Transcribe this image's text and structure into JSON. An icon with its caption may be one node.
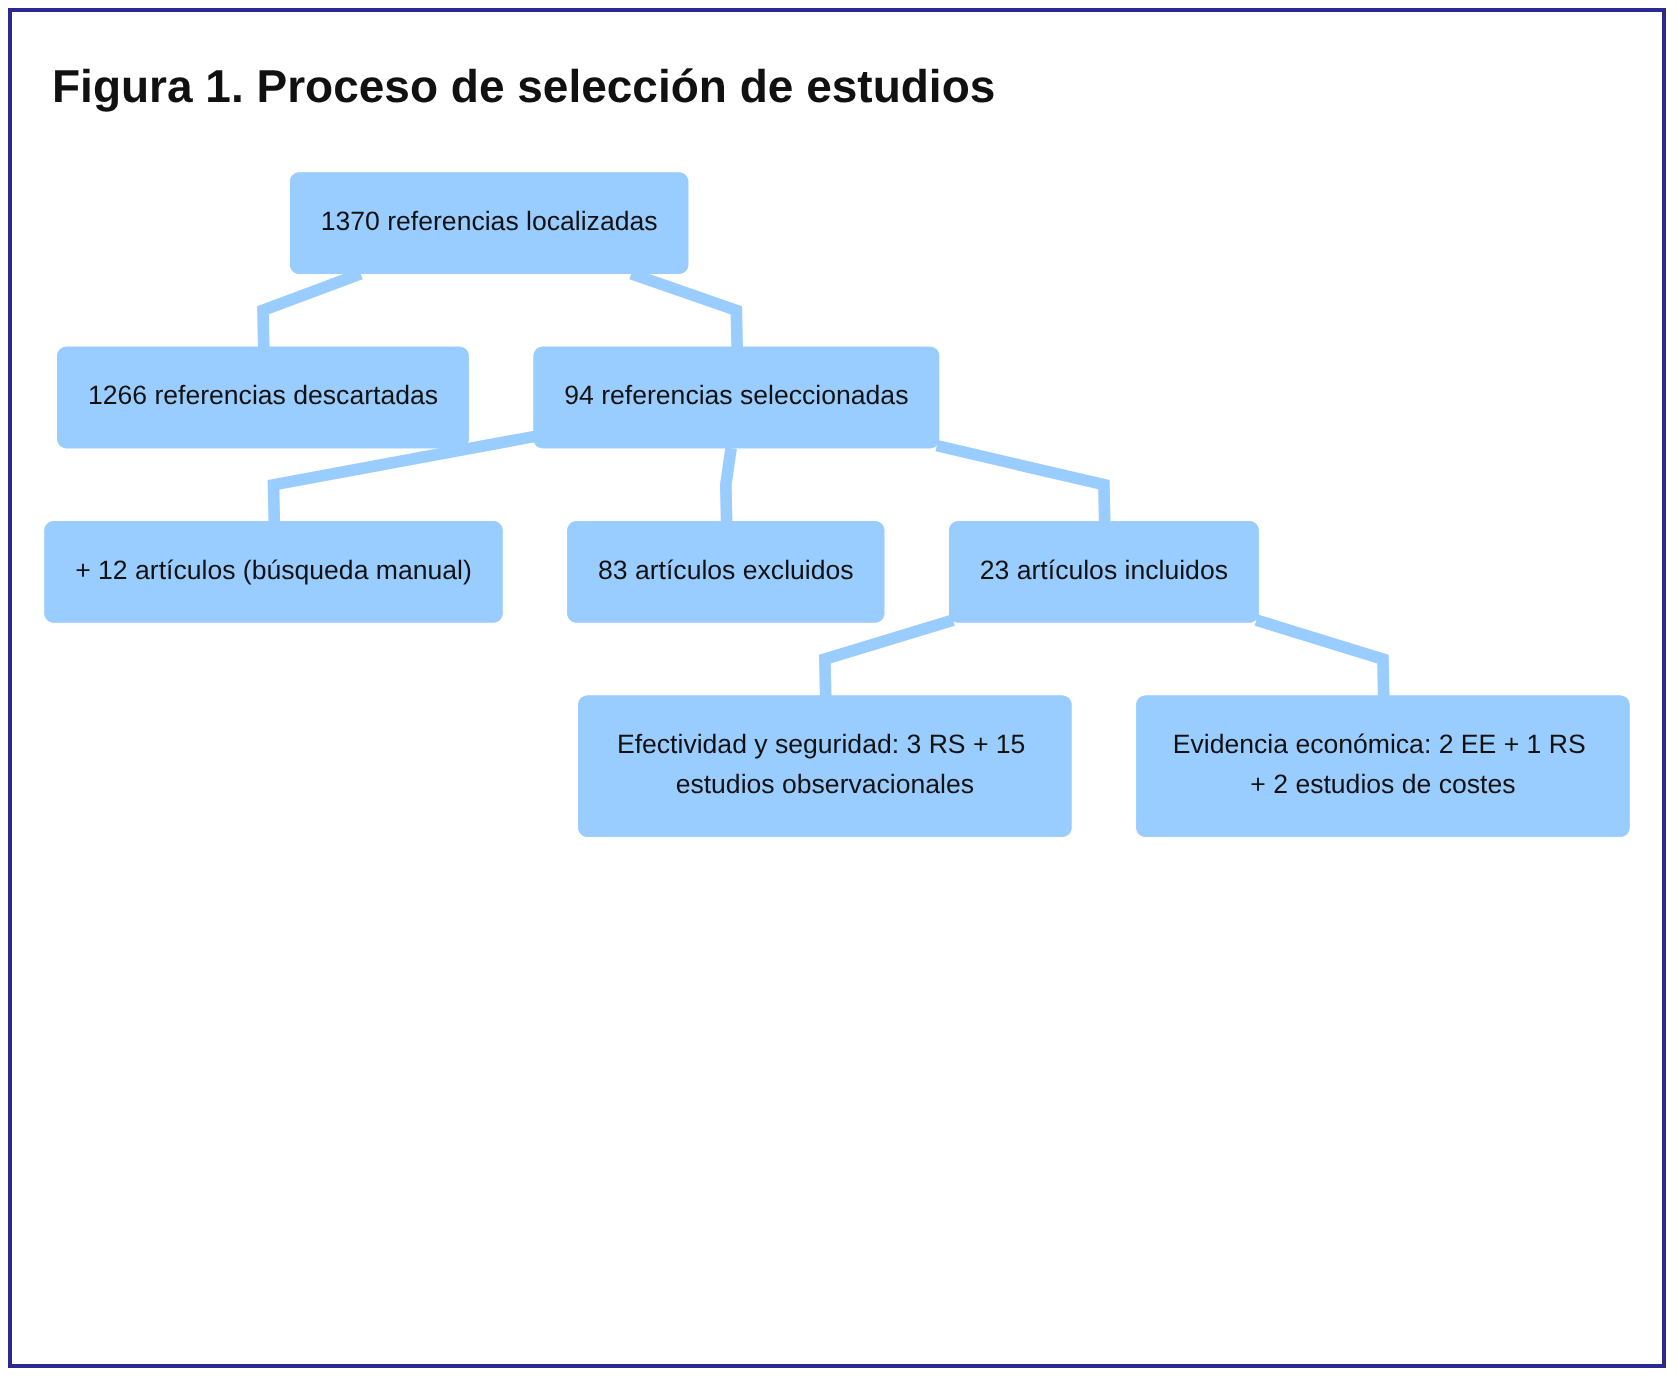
{
  "diagram": {
    "title": "Figura 1. Proceso de selección de estudios",
    "nodes": [
      {
        "text": [
          "1370 referencias localizadas"
        ]
      },
      {
        "text": [
          "1266 referencias descartadas"
        ]
      },
      {
        "text": [
          "94 referencias seleccionadas"
        ]
      },
      {
        "text": [
          "+ 12 artículos (búsqueda manual)"
        ]
      },
      {
        "text": [
          "83 artículos excluidos"
        ]
      },
      {
        "text": [
          "23 artículos incluidos"
        ]
      },
      {
        "text": [
          "Efectividad y seguridad: 3 RS + 15 estudios observacionales"
        ]
      },
      {
        "text": [
          "Evidencia económica: 2 EE + 1 RS + 2 estudios de costes"
        ]
      }
    ],
    "edges": [
      {
        "from": 0,
        "to": 1,
        "arrow": "none"
      },
      {
        "from": 0,
        "to": 2,
        "arrow": "none"
      },
      {
        "from": 2,
        "to": 3,
        "arrow": "none"
      },
      {
        "from": 2,
        "to": 4,
        "arrow": "none"
      },
      {
        "from": 2,
        "to": 5,
        "arrow": "none"
      },
      {
        "from": 5,
        "to": 6,
        "arrow": "none"
      },
      {
        "from": 5,
        "to": 7,
        "arrow": "none"
      }
    ]
  }
}
